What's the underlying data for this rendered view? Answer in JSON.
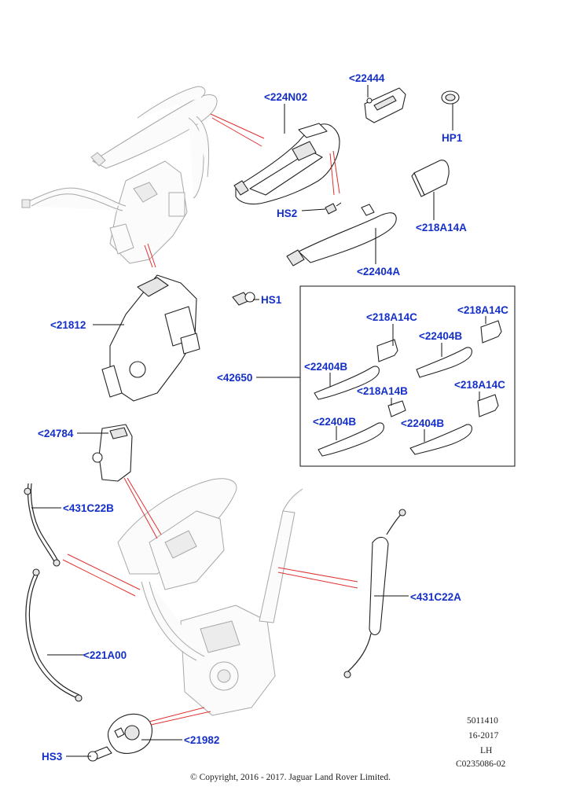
{
  "labels": {
    "p224N02": "<224N02",
    "p22444": "<22444",
    "HP1": "HP1",
    "HS2": "HS2",
    "p218A14A": "<218A14A",
    "p22404A": "<22404A",
    "HS1": "HS1",
    "p21812": "<21812",
    "p42650": "<42650",
    "kit_218A14C_1": "<218A14C",
    "kit_218A14C_2": "<218A14C",
    "kit_22404B_1": "<22404B",
    "kit_22404B_2": "<22404B",
    "kit_22404B_3": "<22404B",
    "kit_22404B_4": "<22404B",
    "kit_218A14B": "<218A14B",
    "kit_218A14C_3": "<218A14C",
    "p24784": "<24784",
    "p431C22B": "<431C22B",
    "p431C22A": "<431C22A",
    "p221A00": "<221A00",
    "p21982": "<21982",
    "HS3": "HS3"
  },
  "reference": {
    "line1": "5011410",
    "line2": "16-2017",
    "line3": "LH",
    "line4": "C0235086-02"
  },
  "copyright": "© Copyright, 2016 - 2017. Jaguar Land Rover Limited."
}
